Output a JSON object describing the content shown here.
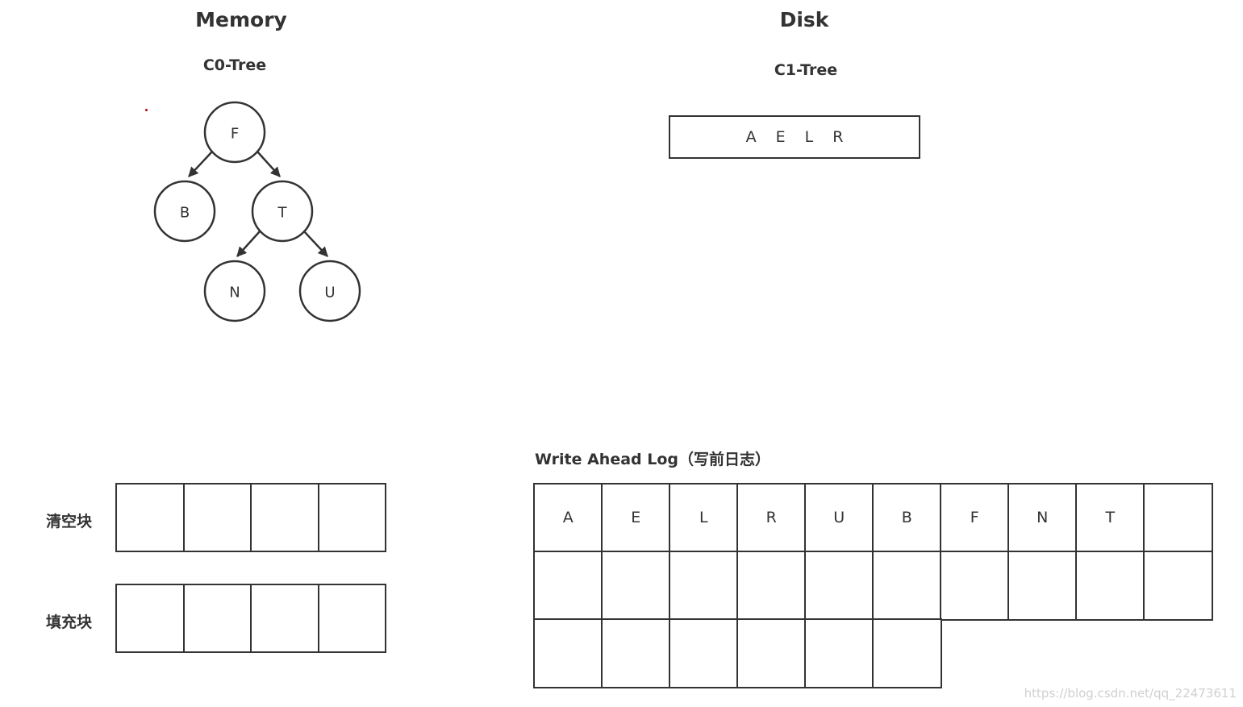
{
  "memory": {
    "title": "Memory",
    "tree_title": "C0-Tree",
    "nodes": {
      "root": "F",
      "left": "B",
      "right": "T",
      "right_left": "N",
      "right_right": "U"
    }
  },
  "disk": {
    "title": "Disk",
    "tree_title": "C1-Tree",
    "keys": [
      "A",
      "E",
      "L",
      "R"
    ]
  },
  "blocks": {
    "clear_label": "清空块",
    "fill_label": "填充块",
    "clear_cells": [
      "",
      "",
      "",
      ""
    ],
    "fill_cells": [
      "",
      "",
      "",
      ""
    ]
  },
  "wal": {
    "title": "Write Ahead Log（写前日志）",
    "rows": [
      [
        "A",
        "E",
        "L",
        "R",
        "U",
        "B",
        "F",
        "N",
        "T",
        ""
      ],
      [
        "",
        "",
        "",
        "",
        "",
        "",
        "",
        "",
        "",
        ""
      ],
      [
        "",
        "",
        "",
        "",
        "",
        ""
      ]
    ]
  },
  "watermark": "https://blog.csdn.net/qq_22473611",
  "colors": {
    "stroke": "#333333",
    "text": "#333333",
    "dot": "#c00000",
    "watermark": "#d0d0d0"
  }
}
